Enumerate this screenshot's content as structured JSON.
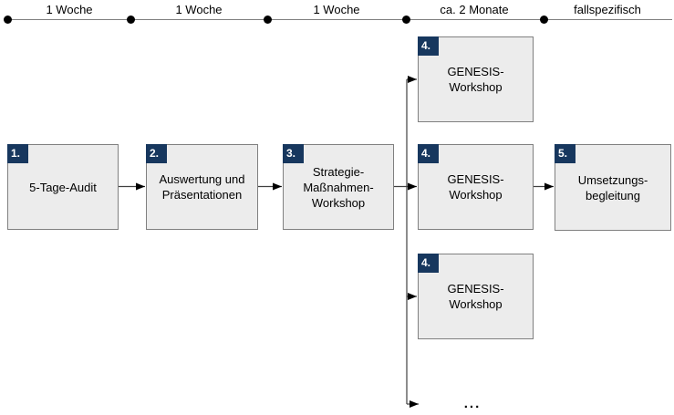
{
  "timeline": {
    "segments": [
      {
        "label": "1 Woche"
      },
      {
        "label": "1 Woche"
      },
      {
        "label": "1 Woche"
      },
      {
        "label": "ca. 2 Monate"
      },
      {
        "label": "fallspezifisch"
      }
    ]
  },
  "steps": [
    {
      "number": "1.",
      "label": "5-Tage-Audit"
    },
    {
      "number": "2.",
      "label": "Auswertung und\nPräsentationen"
    },
    {
      "number": "3.",
      "label": "Strategie-\nMaßnahmen-\nWorkshop"
    },
    {
      "number": "4.",
      "label": "GENESIS-\nWorkshop"
    },
    {
      "number": "4.",
      "label": "GENESIS-\nWorkshop"
    },
    {
      "number": "4.",
      "label": "GENESIS-\nWorkshop"
    },
    {
      "number": "5.",
      "label": "Umsetzungs-\nbegleitung"
    }
  ],
  "ellipsis": "...",
  "colors": {
    "badge_bg": "#17375e",
    "badge_text": "#ffffff",
    "box_fill": "#ececec",
    "box_border": "#808080",
    "connector": "#404040",
    "timeline_line": "#808080",
    "timeline_dot": "#000000",
    "text": "#000000"
  }
}
